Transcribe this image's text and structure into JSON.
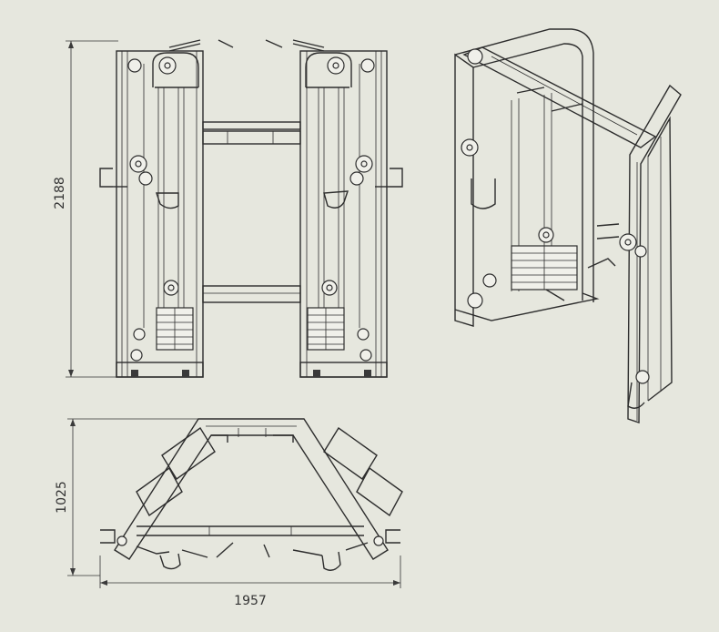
{
  "dimensions": {
    "height_label": "2188",
    "depth_label": "1025",
    "width_label": "1957"
  },
  "colors": {
    "background": "#e6e7de",
    "line": "#2d2d2d"
  }
}
